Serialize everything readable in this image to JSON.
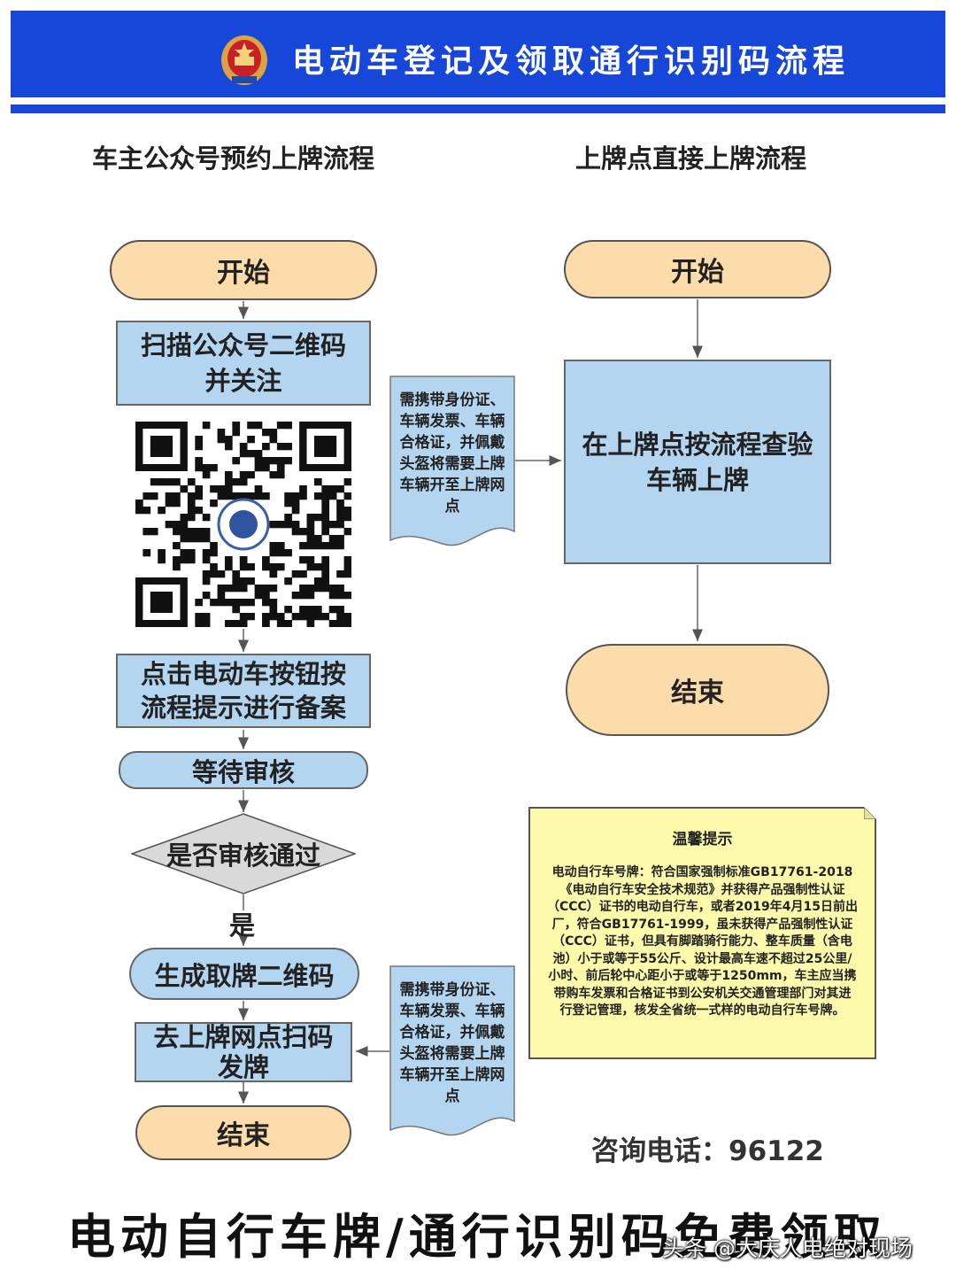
{
  "banner": {
    "title": "电动车登记及领取通行识别码流程"
  },
  "columns": {
    "left_title": "车主公众号预约上牌流程",
    "right_title": "上牌点直接上牌流程"
  },
  "left_flow": {
    "start": "开始",
    "scan_line1": "扫描公众号二维码",
    "scan_line2": "并关注",
    "click_line1": "点击电动车按钮按",
    "click_line2": "流程提示进行备案",
    "wait": "等待审核",
    "decision": "是否审核通过",
    "yes": "是",
    "generate": "生成取牌二维码",
    "goto_line1": "去上牌网点扫码",
    "goto_line2": "发牌",
    "end": "结束"
  },
  "right_flow": {
    "start": "开始",
    "inspect_line1": "在上牌点按流程查验",
    "inspect_line2": "车辆上牌",
    "end": "结束"
  },
  "notes": {
    "upper": [
      "需携带身份证、",
      "车辆发票、车辆",
      "合格证，并佩戴",
      "头盔将需要上牌",
      "车辆开至上牌网",
      "点"
    ],
    "lower": [
      "需携带身份证、",
      "车辆发票、车辆",
      "合格证，并佩戴",
      "头盔将需要上牌",
      "车辆开至上牌网",
      "点"
    ]
  },
  "tip": {
    "title": "温馨提示",
    "lines": [
      "电动自行车号牌：符合国家强制标准GB17761-2018",
      "《电动自行车安全技术规范》并获得产品强制性认证",
      "（CCC）证书的电动自行车，或者2019年4月15日前出",
      "厂，符合GB17761-1999，虽未获得产品强制性认证",
      "（CCC）证书，但具有脚踏骑行能力、整车质量（含电",
      "池）小于或等于55公斤、设计最高车速不超过25公里/",
      "小时、前后轮中心距小于或等于1250mm，车主应当携",
      "带购车发票和合格证书到公安机关交通管理部门对其进",
      "行登记管理，核发全省统一式样的电动自行车号牌。"
    ]
  },
  "phone": "咨询电话：96122",
  "footer": "电动自行车牌/通行识别码免费领取",
  "watermark": "头条 @大庆人电绝对现场",
  "colors": {
    "banner": "#1747d8",
    "terminal": "#fbdcaa",
    "process": "#b3d5f0",
    "note": "#b3d5f0",
    "tip": "#fdfaab",
    "diamond": "#d9d9d9"
  },
  "icons": {
    "emblem": "police-emblem-icon",
    "qr": "qr-code-icon"
  }
}
